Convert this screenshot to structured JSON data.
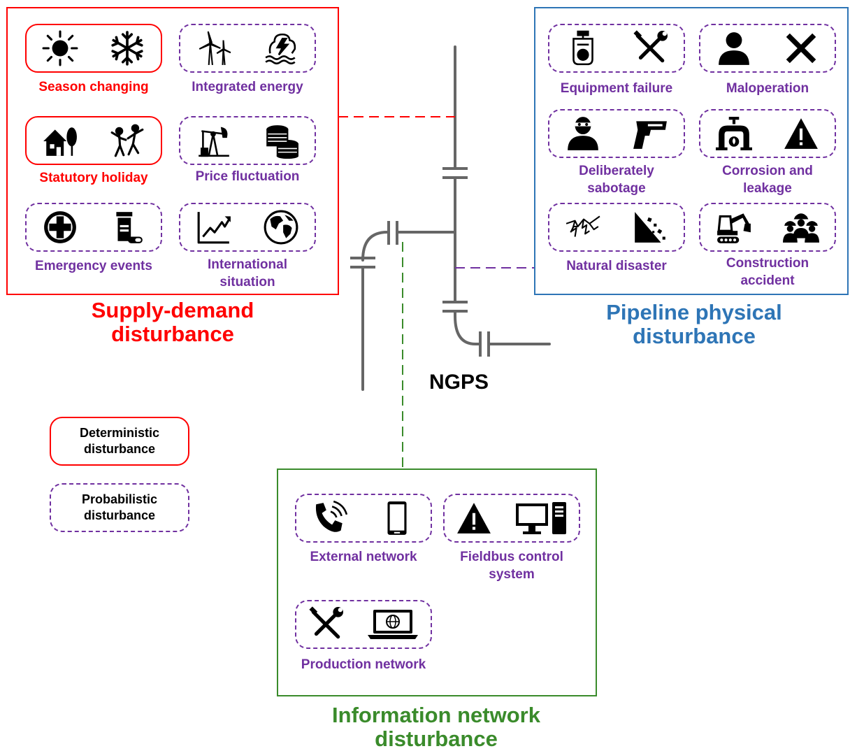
{
  "colors": {
    "supply": "#ff0000",
    "pipeline": "#2e75b6",
    "info": "#3a8b2b",
    "probabilistic": "#7030a0",
    "pipe": "#666666",
    "icon": "#000000"
  },
  "center_label": "NGPS",
  "supply_demand": {
    "title_line1": "Supply-demand",
    "title_line2": "disturbance",
    "items": [
      {
        "line1": "Season changing",
        "line2": "",
        "type": "deterministic",
        "icons": [
          "sun-icon",
          "snowflake-icon"
        ]
      },
      {
        "line1": "Integrated energy",
        "line2": "",
        "type": "probabilistic",
        "icons": [
          "wind-turbine-icon",
          "hydropower-icon"
        ]
      },
      {
        "line1": "Statutory holiday",
        "line2": "",
        "type": "deterministic",
        "icons": [
          "house-tree-icon",
          "dancing-people-icon"
        ]
      },
      {
        "line1": "Price fluctuation",
        "line2": "",
        "type": "probabilistic",
        "icons": [
          "oil-pump-icon",
          "coins-icon"
        ]
      },
      {
        "line1": "Emergency events",
        "line2": "",
        "type": "probabilistic",
        "icons": [
          "medical-cross-icon",
          "medicine-bottle-icon"
        ]
      },
      {
        "line1": "International",
        "line2": "situation",
        "type": "probabilistic",
        "icons": [
          "trend-chart-icon",
          "globe-icon"
        ]
      }
    ]
  },
  "pipeline": {
    "title_line1": "Pipeline physical",
    "title_line2": "disturbance",
    "items": [
      {
        "line1": "Equipment failure",
        "line2": "",
        "type": "probabilistic",
        "icons": [
          "valve-gauge-icon",
          "tools-icon"
        ]
      },
      {
        "line1": "Maloperation",
        "line2": "",
        "type": "probabilistic",
        "icons": [
          "person-icon",
          "cross-mark-icon"
        ]
      },
      {
        "line1": "Deliberately",
        "line2": "sabotage",
        "type": "probabilistic",
        "icons": [
          "masked-person-icon",
          "gun-icon"
        ]
      },
      {
        "line1": "Corrosion and",
        "line2": "leakage",
        "type": "probabilistic",
        "icons": [
          "leaking-pipe-icon",
          "warning-icon"
        ]
      },
      {
        "line1": "Natural disaster",
        "line2": "",
        "type": "probabilistic",
        "icons": [
          "lightning-icon",
          "landslide-icon"
        ]
      },
      {
        "line1": "Construction",
        "line2": "accident",
        "type": "probabilistic",
        "icons": [
          "excavator-icon",
          "workers-icon"
        ]
      }
    ]
  },
  "information": {
    "title_line1": "Information network",
    "title_line2": "disturbance",
    "items": [
      {
        "line1": "External network",
        "line2": "",
        "type": "probabilistic",
        "icons": [
          "phone-call-icon",
          "smartphone-icon"
        ]
      },
      {
        "line1": "Fieldbus control",
        "line2": "system",
        "type": "probabilistic",
        "icons": [
          "warning-icon",
          "computer-icon"
        ]
      },
      {
        "line1": "Production network",
        "line2": "",
        "type": "probabilistic",
        "icons": [
          "tools-icon",
          "laptop-globe-icon"
        ]
      }
    ]
  },
  "legend": {
    "deterministic_line1": "Deterministic",
    "deterministic_line2": "disturbance",
    "probabilistic_line1": "Probabilistic",
    "probabilistic_line2": "disturbance"
  }
}
